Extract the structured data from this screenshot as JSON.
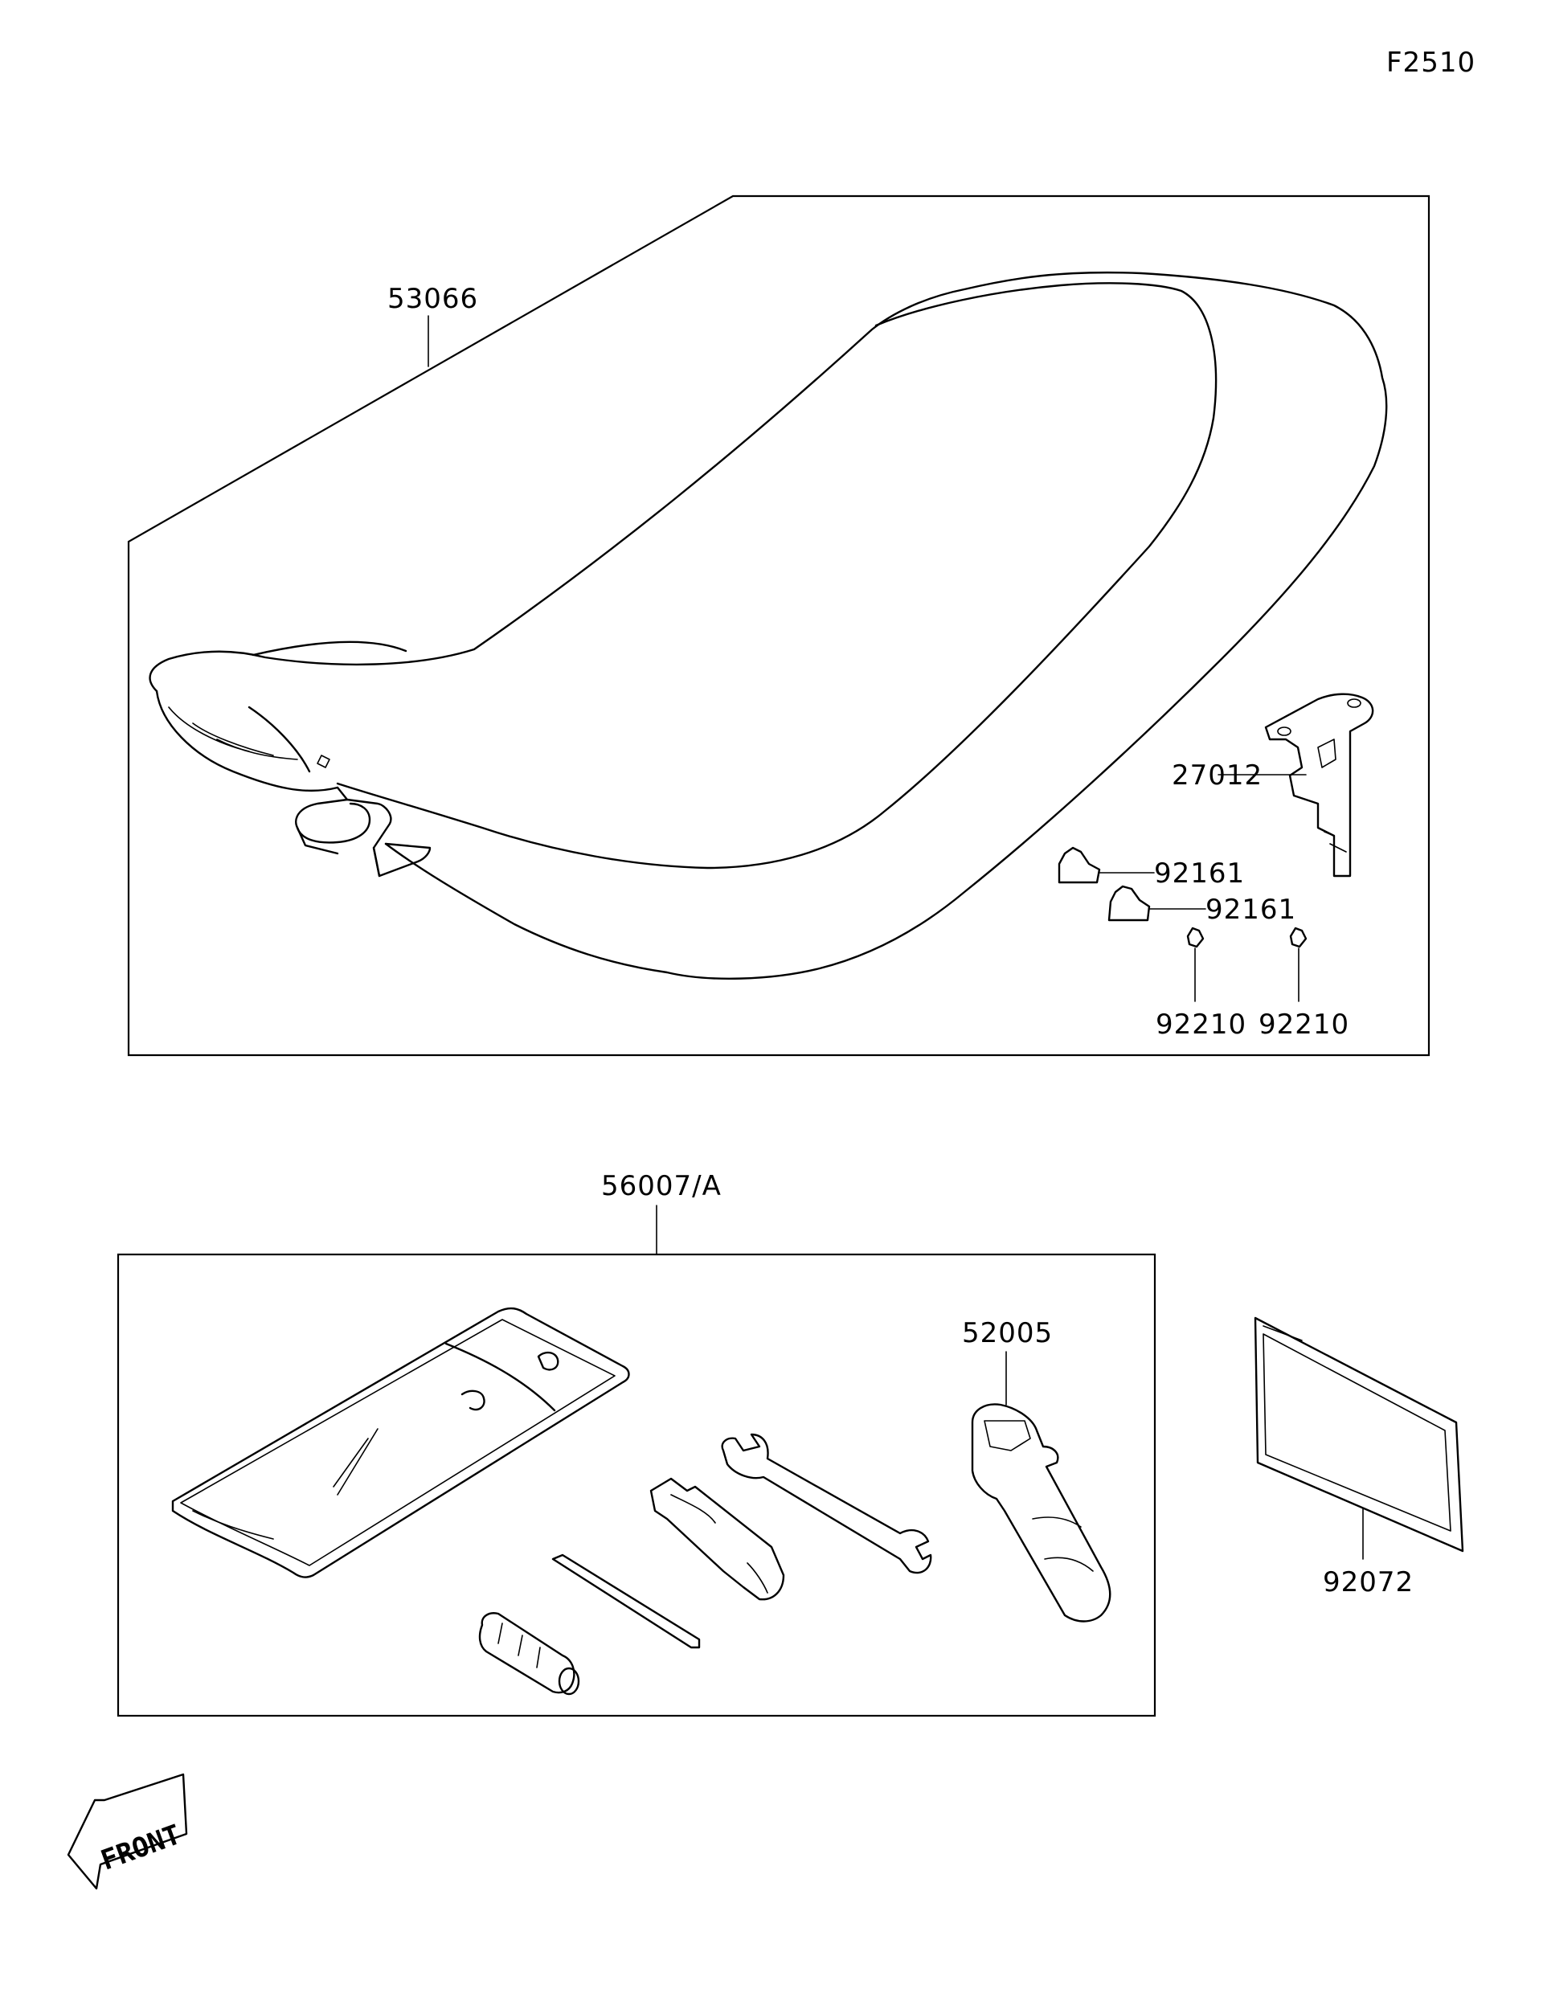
{
  "figure_code": "F2510",
  "parts": {
    "seat": "53066",
    "seat_hook": "27012",
    "damper_a": "92161",
    "damper_b": "92161",
    "collar_a": "92210",
    "collar_b": "92210",
    "tool_kit": "56007/A",
    "plug_wrench": "52005",
    "owners_manual": "92072"
  },
  "front_indicator": "FRONT"
}
